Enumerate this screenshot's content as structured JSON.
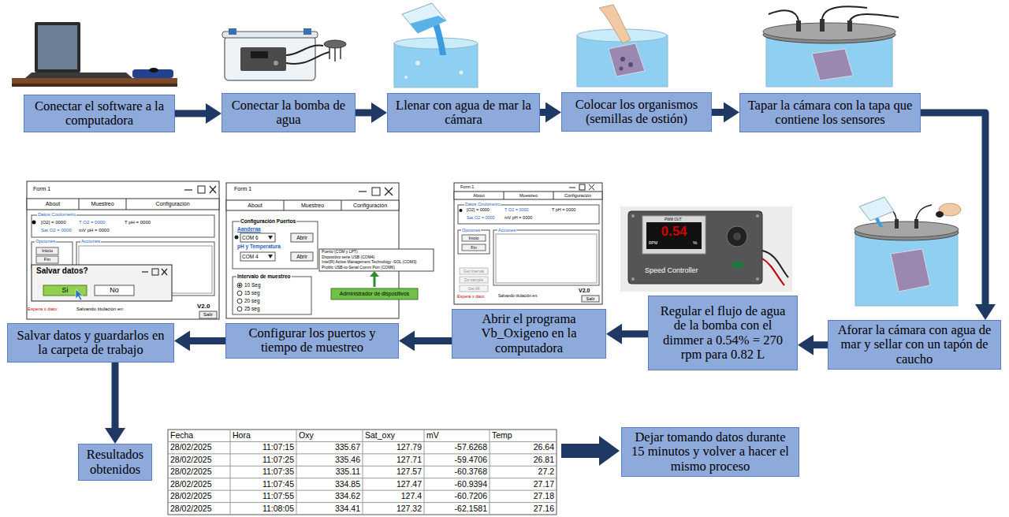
{
  "diagram": {
    "nodes": [
      {
        "text": [
          "Conectar el software a la computadora"
        ]
      },
      {
        "text": [
          "Conectar la bomba de agua"
        ]
      },
      {
        "text": [
          "Llenar con agua de mar la cámara"
        ]
      },
      {
        "text": [
          "Colocar los organismos (semillas de ostión)"
        ]
      },
      {
        "text": [
          "Tapar la cámara con la tapa que contiene los sensores"
        ]
      },
      {
        "text": [
          "Aforar la cámara con agua de mar y sellar con un tapón de caucho"
        ]
      },
      {
        "text": [
          "Regular el flujo de agua de la bomba con el dimmer a 0.54% = 270 rpm para 0.82 L"
        ]
      },
      {
        "text": [
          "Abrir el programa Vb_Oxigeno en la computadora"
        ]
      },
      {
        "text": [
          "Configurar los puertos y tiempo de muestreo"
        ]
      },
      {
        "text": [
          "Salvar datos y guardarlos en la carpeta de trabajo"
        ]
      },
      {
        "text": [
          "Resultados obtenidos"
        ]
      },
      {
        "text": [
          "Dejar tomando datos durante 15 minutos y volver a hacer el mismo proceso"
        ]
      }
    ],
    "edges": [
      {
        "from": 0,
        "to": 1,
        "arrow": "to"
      },
      {
        "from": 1,
        "to": 2,
        "arrow": "to"
      },
      {
        "from": 2,
        "to": 3,
        "arrow": "to"
      },
      {
        "from": 3,
        "to": 4,
        "arrow": "to"
      },
      {
        "from": 4,
        "to": 5,
        "arrow": "to"
      },
      {
        "from": 5,
        "to": 6,
        "arrow": "to"
      },
      {
        "from": 6,
        "to": 7,
        "arrow": "to"
      },
      {
        "from": 7,
        "to": 8,
        "arrow": "to"
      },
      {
        "from": 8,
        "to": 9,
        "arrow": "to"
      },
      {
        "from": 9,
        "to": 10,
        "arrow": "to"
      }
    ],
    "labels": [
      "Form 1",
      "About",
      "Muestreo",
      "Configuración",
      "Datos Coulometro",
      "[O2] = 0000",
      "T O2 = 0000",
      "T pH = 0000",
      "Sat O2 = 0000",
      "mV pH = 0000",
      "Opciones",
      "Acciones",
      "Inicio",
      "Fin",
      "Salvar datos?",
      "Si",
      "No",
      "Espera x dato:",
      "Salvando titulación en:",
      "V2.0",
      "Salir",
      "Form 1",
      "About",
      "Muestreo",
      "Configuración",
      "Configuración Puertos",
      "Aanderaa",
      "COM 6",
      "Abrir",
      "pH y Temperatura",
      "COM 4",
      "Abrir",
      "Intervalo de muestreo",
      "10 Seg",
      "15 seg",
      "20 seg",
      "25 seg",
      "Puerto (COM y LPT)",
      "Dispositivo serie USB (COM4)",
      "Intel(R) Active Management Technology -SOL (COM3)",
      "Prolific USB-to-Serial Comm Port (COM6)",
      "Administrador de dispositivos",
      "Form 1",
      "About",
      "Muestreo",
      "Configuración",
      "Datos Coulometro",
      "[O2] = 0000",
      "T O2 = 0000",
      "T pH = 0000",
      "Sat O2 = 0000",
      "mV pH = 0000",
      "Opciones",
      "Acciones",
      "Inicio",
      "Fin",
      "Get Interval",
      "Do sample",
      "Get All",
      "Espera x dato:",
      "Salvando titulación en:",
      "V2.0",
      "Salir",
      "PWM OUT",
      "0.54",
      "RPM",
      "%",
      "Speed Controller",
      "Fecha",
      "Hora",
      "Oxy",
      "Sat_oxy",
      "mV",
      "Temp",
      "28/02/2025",
      "11:07:15",
      "335.67",
      "127.79",
      "-57.6268",
      "26.64",
      "28/02/2025",
      "11:07:25",
      "335.46",
      "127.71",
      "-59.4706",
      "26.81",
      "28/02/2025",
      "11:07:35",
      "335.11",
      "127.57",
      "-60.3768",
      "27.2",
      "28/02/2025",
      "11:07:45",
      "334.85",
      "127.47",
      "-60.9394",
      "27.17",
      "28/02/2025",
      "11:07:55",
      "334.62",
      "127.4",
      "-60.7206",
      "27.18",
      "28/02/2025",
      "11:08:05",
      "334.41",
      "127.32",
      "-62.1581",
      "27.16"
    ]
  }
}
